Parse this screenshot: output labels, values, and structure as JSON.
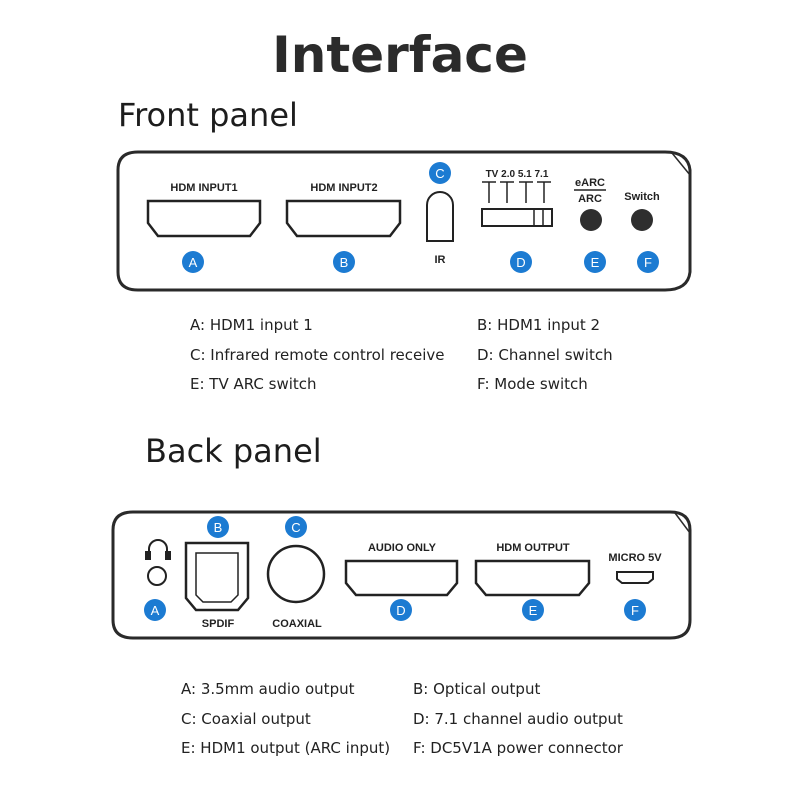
{
  "title": "Interface",
  "front": {
    "heading": "Front panel",
    "port_labels": {
      "hdmi1": "HDM  INPUT1",
      "hdmi2": "HDM  INPUT2",
      "ir": "IR",
      "channel_ticks": "TV 2.0 5.1 7.1",
      "earc": "eARC",
      "arc": "ARC",
      "switch": "Switch"
    },
    "badges": [
      "A",
      "B",
      "C",
      "D",
      "E",
      "F"
    ],
    "legend": [
      "A: HDM1 input 1",
      "B: HDM1 input 2",
      "C: Infrared remote control receive",
      "D: Channel switch",
      "E: TV ARC switch",
      "F: Mode switch"
    ]
  },
  "back": {
    "heading": "Back panel",
    "port_labels": {
      "spdif": "SPDIF",
      "coaxial": "COAXIAL",
      "audio_only": "AUDIO ONLY",
      "hdmi_out": "HDM  OUTPUT",
      "micro": "MICRO 5V"
    },
    "badges": [
      "A",
      "B",
      "C",
      "D",
      "E",
      "F"
    ],
    "legend": [
      "A: 3.5mm audio output",
      "B: Optical output",
      "C: Coaxial output",
      "D: 7.1 channel audio output",
      "E: HDM1 output (ARC input)",
      "F: DC5V1A power connector"
    ]
  },
  "colors": {
    "badge": "#1c7bd2",
    "outline": "#2a2a2a"
  }
}
